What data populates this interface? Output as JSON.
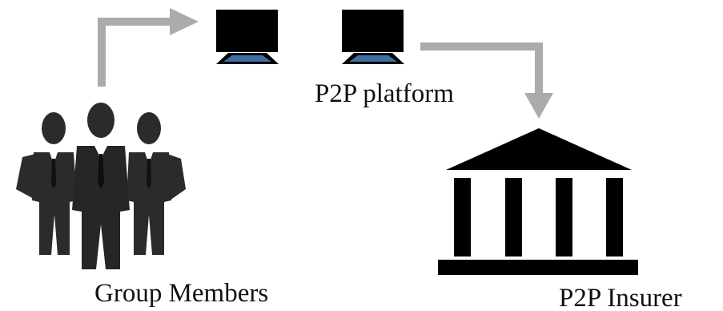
{
  "labels": {
    "platform": "P2P platform",
    "members": "Group Members",
    "insurer": "P2P Insurer"
  },
  "colors": {
    "arrow": "#ababab",
    "icon": "#000000",
    "figure": "#2b2b2b",
    "monitor_base": "#3f6fa5"
  },
  "icons": {
    "members": "people-group-icon",
    "platform_left": "monitor-icon",
    "platform_right": "monitor-icon",
    "insurer": "bank-building-icon"
  }
}
